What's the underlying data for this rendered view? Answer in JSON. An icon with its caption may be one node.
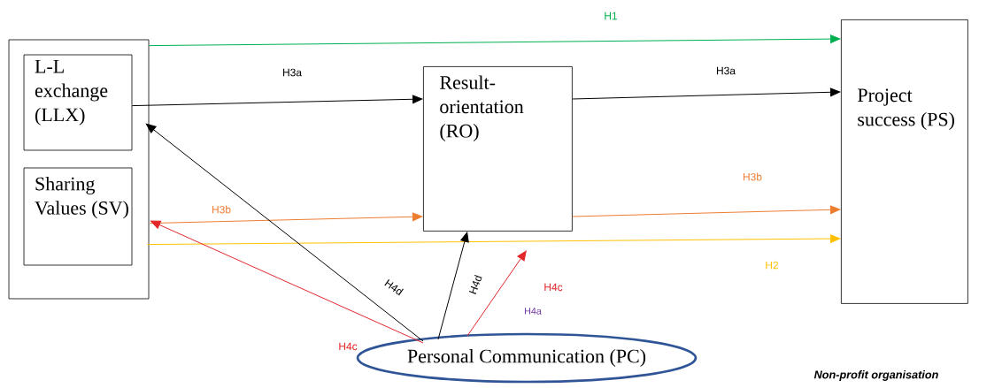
{
  "diagram": {
    "nodes": [
      {
        "text": [],
        "shape": "box"
      },
      {
        "text": [
          "L-L exchange (LLX)"
        ],
        "in": 0
      },
      {
        "text": [
          "Sharing Values (SV)"
        ],
        "in": 0
      },
      {
        "text": [
          "Result-orientation (RO)"
        ]
      },
      {
        "text": [
          "Project success (PS)"
        ]
      },
      {
        "text": [
          "Personal Communication (PC)"
        ]
      }
    ],
    "edges": [
      {
        "from": 0,
        "to": 4,
        "arrow": "to",
        "label": "H1",
        "color": "#00b050"
      },
      {
        "from": 1,
        "to": 3,
        "arrow": "to",
        "label": "H3a"
      },
      {
        "from": 3,
        "to": 4,
        "arrow": "to",
        "label": "H3a"
      },
      {
        "from": 2,
        "to": 3,
        "arrow": "to",
        "label": "H3b",
        "color": "#ed7d31"
      },
      {
        "from": 3,
        "to": 4,
        "arrow": "to",
        "label": "H3b",
        "color": "#ed7d31"
      },
      {
        "from": 2,
        "to": 4,
        "arrow": "to",
        "label": "H2",
        "color": "#ffc000"
      },
      {
        "from": 5,
        "to": 1,
        "arrow": "to",
        "label": "H4d"
      },
      {
        "from": 5,
        "to": 2,
        "arrow": "to",
        "label": "H4c",
        "color": "#e3262a"
      },
      {
        "from": 5,
        "to": 3,
        "arrow": "to",
        "label": "H4d"
      },
      {
        "from": 5,
        "to": null,
        "arrow": "to",
        "label": "H4c",
        "color": "#e3262a"
      }
    ],
    "labels": [
      "H4a",
      "Non-profit organisation"
    ]
  }
}
